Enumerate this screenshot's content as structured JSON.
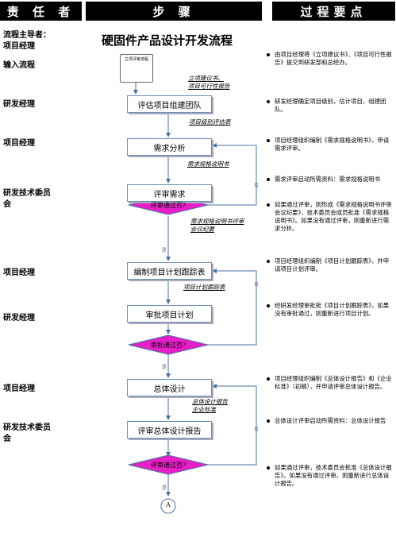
{
  "header": {
    "col1": "责 任 者",
    "col2": "步 骤",
    "col3": "过程要点"
  },
  "roles": [
    "流程主导者：\n项目经理",
    "输入流程",
    "研发经理",
    "项目经理",
    "研发技术委员\n会",
    "项目经理",
    "研发经理",
    "项目经理",
    "研发技术委员\n会"
  ],
  "flow": {
    "title": "硬固件产品设计开发流程",
    "doc_label": "立项评审流程",
    "steps": [
      "评估项目组建团队",
      "需求分析",
      "评审需求",
      "编制项目计划跟踪表",
      "审批项目计划",
      "总体设计",
      "评审总体设计报告"
    ],
    "decisions": [
      "评审通过否?",
      "审批通过否?",
      "评审通过否?"
    ],
    "annotations": [
      "立项建议书、\n项目可行性报告",
      "项目级别评估表",
      "需求规格说明书",
      "需求规格说明书评审\n会议纪要",
      "项目计划跟踪表",
      "总体设计报告\n企业标准"
    ],
    "yes_label": "是",
    "no_label": "否",
    "connector": "A"
  },
  "points": [
    "由项目经理将《立项建议书》、《项目可行性报告》提交到研发部和总经办。",
    "研发经理确定项目级别，估计项目，组建团队。",
    "项目经理组织编制《需求规格说明书》，申请需求评审。",
    "需求评审启动所需资料：需求规格说明书",
    "如果通过评审，则形成《需求规格说明书评审会议纪要》，技术委员会成员批准《需求规格说明书》。如果没有通过评审，则重新进行需求分析。",
    "项目经理组织编制《项目计划跟踪表》，并申请项目计划评审。",
    "经研发经理审批批《项目计划跟踪表》，如果没有审批通过，则重新进行项目计划。",
    "项目经理组织编制《总体设计报告》和《企业标准》（初稿），并申请评审总体设计报告。",
    "总体设计评审启动所需资料：总体设计报告",
    "如果通过评审，技术委员会批准《总体设计报告》。如果没有通过评审，则重新进行总体设计报告。"
  ],
  "colors": {
    "header_bg": "#000000",
    "box_border": "#6a8fb8",
    "decision_fill": "#e81ec8",
    "arrow": "#4a70a0"
  }
}
